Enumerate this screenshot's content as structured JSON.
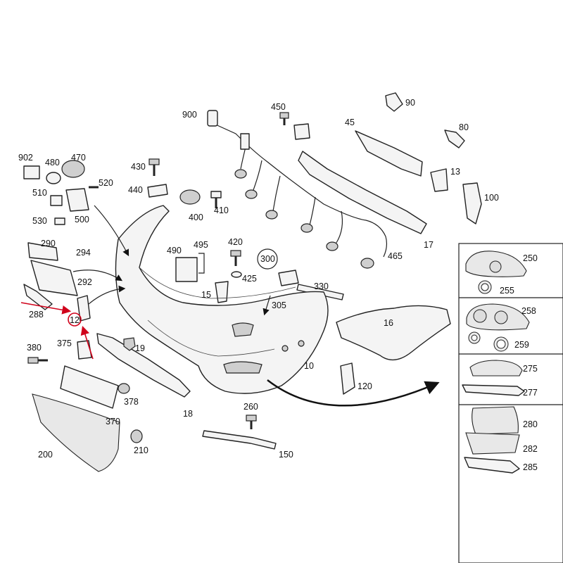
{
  "diagram": {
    "part_numbers": [
      "900",
      "450",
      "90",
      "45",
      "80",
      "902",
      "480",
      "470",
      "430",
      "520",
      "510",
      "440",
      "410",
      "400",
      "13",
      "100",
      "530",
      "500",
      "490",
      "495",
      "420",
      "465",
      "17",
      "290",
      "294",
      "300",
      "292",
      "425",
      "15",
      "330",
      "288",
      "305",
      "12",
      "16",
      "380",
      "375",
      "19",
      "10",
      "378",
      "120",
      "370",
      "18",
      "260",
      "200",
      "210",
      "150"
    ],
    "panel_part_numbers": [
      "250",
      "255",
      "258",
      "259",
      "275",
      "277",
      "280",
      "282",
      "285"
    ],
    "highlighted_part": "12",
    "highlight_color": "#d0021b",
    "line_color": "#222222"
  }
}
